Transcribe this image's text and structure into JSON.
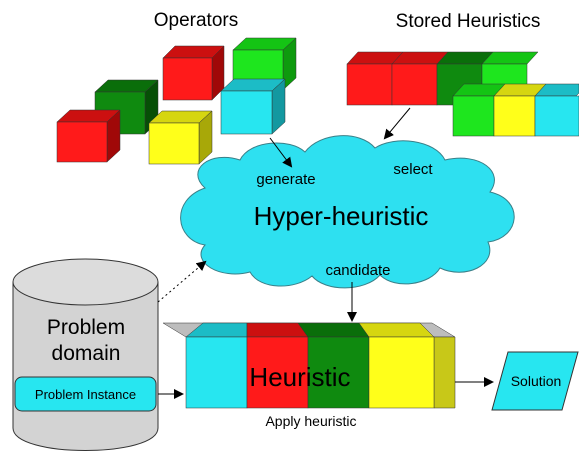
{
  "titles": {
    "operators": "Operators",
    "stored_heuristics": "Stored Heuristics"
  },
  "cloud": {
    "label": "Hyper-heuristic",
    "generate": "generate",
    "select": "select",
    "candidate": "candidate"
  },
  "domain": {
    "label_line1": "Problem",
    "label_line2": "domain",
    "instance": "Problem Instance"
  },
  "heuristic": {
    "label": "Heuristic",
    "caption": "Apply heuristic"
  },
  "solution": {
    "label": "Solution"
  },
  "colors": {
    "red": "#ff1a1a",
    "green": "#1ee61e",
    "dark_green": "#0f8a0f",
    "yellow": "#ffff1a",
    "cyan": "#27e6f0",
    "cloud": "#2ee0f0",
    "cylinder": "#d3d3d3"
  }
}
